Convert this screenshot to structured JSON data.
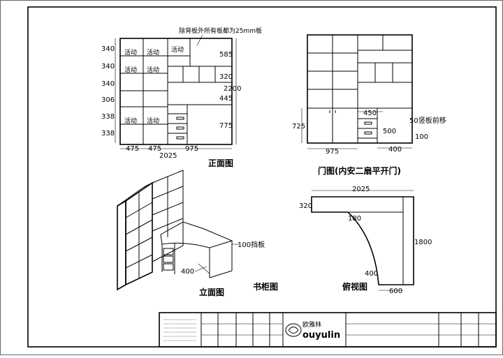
{
  "front_view": {
    "title": "正面图",
    "note": "除背板外所有板都为25mm板",
    "label_movable": "活动",
    "left_dims": [
      "340",
      "340",
      "340",
      "306",
      "338",
      "338"
    ],
    "right_dims": [
      "585",
      "320",
      "445",
      "775"
    ],
    "total_height": "2200",
    "bottom_dims": [
      "475",
      "475",
      "975"
    ],
    "total_width": "2025"
  },
  "door_view": {
    "title": "门图(内安二扇平开门)",
    "dims": {
      "height_725": "725",
      "width_975": "975",
      "drawer_450": "450",
      "drawer_500": "500",
      "offset_400": "400",
      "bottom_100": "100"
    },
    "note_vertical_panel": "50竖板前移"
  },
  "elevation_view": {
    "title": "立面图",
    "note_baffle": "100挡板",
    "dim_400": "400"
  },
  "caption": "书柜图",
  "top_view": {
    "title": "俯视图",
    "dims": {
      "width_2025": "2025",
      "depth_320": "320",
      "d_180": "180",
      "height_1800": "1800",
      "d_400": "400",
      "bottom_600": "600"
    }
  },
  "title_block": {
    "brand_cn": "欧雅林",
    "brand_en": "ouyulin"
  }
}
